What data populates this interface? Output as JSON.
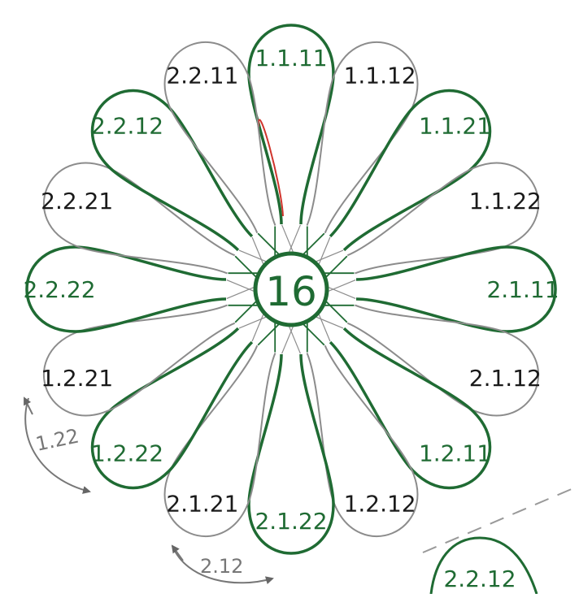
{
  "diagram": {
    "center_label": "16",
    "colors": {
      "green": "#1f6b33",
      "gray": "#8c8c8c",
      "ink_black": "#1a1a1a",
      "ink_green": "#1f6b33",
      "red": "#d0342c"
    },
    "petals": [
      {
        "label": "1.1.11",
        "stroke": "green",
        "ink": "green"
      },
      {
        "label": "1.1.12",
        "stroke": "gray",
        "ink": "black"
      },
      {
        "label": "1.1.21",
        "stroke": "green",
        "ink": "green"
      },
      {
        "label": "1.1.22",
        "stroke": "gray",
        "ink": "black"
      },
      {
        "label": "2.1.11",
        "stroke": "green",
        "ink": "green"
      },
      {
        "label": "2.1.12",
        "stroke": "gray",
        "ink": "black"
      },
      {
        "label": "1.2.11",
        "stroke": "green",
        "ink": "green"
      },
      {
        "label": "1.2.12",
        "stroke": "gray",
        "ink": "black"
      },
      {
        "label": "2.1.22",
        "stroke": "green",
        "ink": "green"
      },
      {
        "label": "2.1.21",
        "stroke": "gray",
        "ink": "black"
      },
      {
        "label": "1.2.22",
        "stroke": "green",
        "ink": "green"
      },
      {
        "label": "1.2.21",
        "stroke": "gray",
        "ink": "black"
      },
      {
        "label": "2.2.22",
        "stroke": "green",
        "ink": "green"
      },
      {
        "label": "2.2.21",
        "stroke": "gray",
        "ink": "black"
      },
      {
        "label": "2.2.12",
        "stroke": "green",
        "ink": "green"
      },
      {
        "label": "2.2.11",
        "stroke": "gray",
        "ink": "black"
      }
    ],
    "arc_labels": {
      "left": "1.22",
      "bottom": "2.12"
    },
    "corner_label": "2.2.12"
  }
}
